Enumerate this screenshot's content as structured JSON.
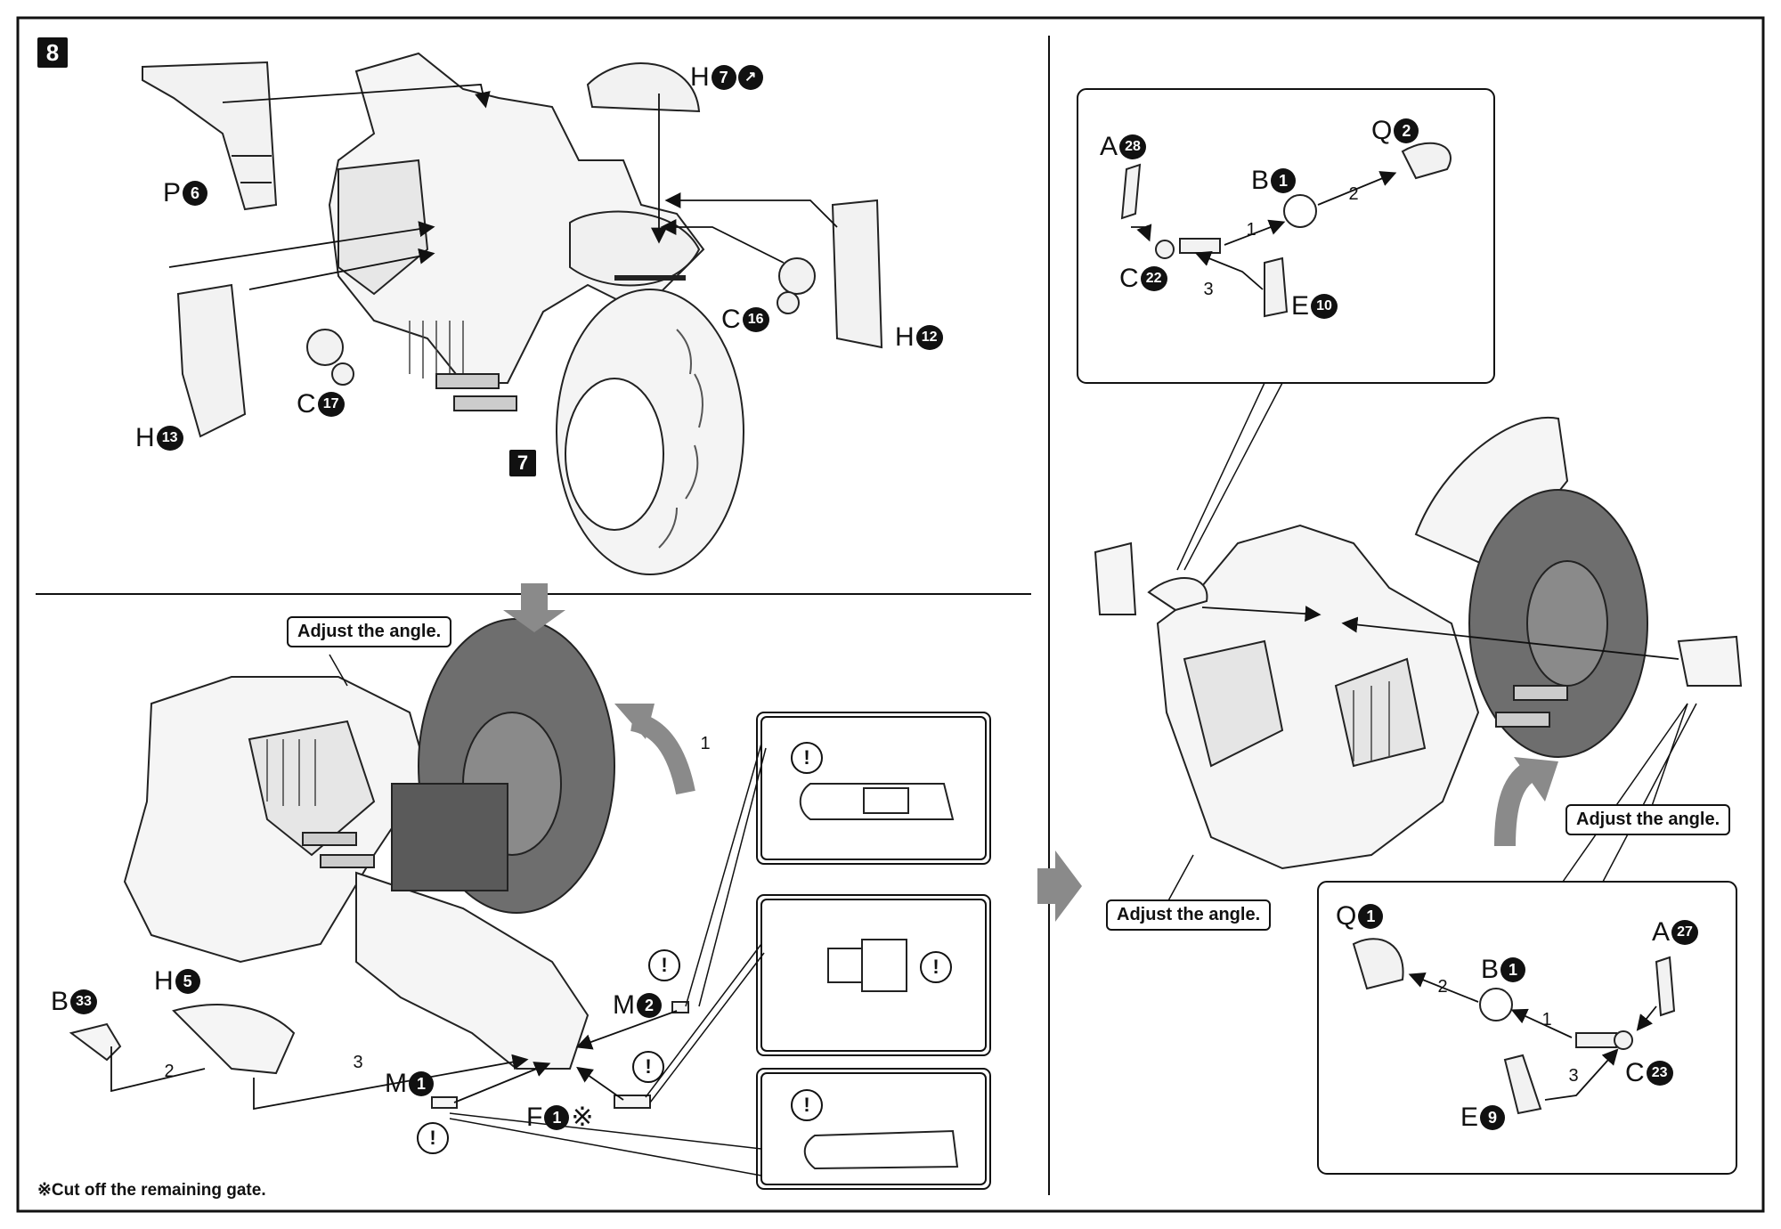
{
  "step": {
    "number": "8"
  },
  "labels": {
    "top_left": [
      {
        "id": "p6",
        "letter": "P",
        "num": "6"
      },
      {
        "id": "h7",
        "letter": "H",
        "num": "7"
      },
      {
        "id": "c16",
        "letter": "C",
        "num": "16"
      },
      {
        "id": "h12",
        "letter": "H",
        "num": "12"
      },
      {
        "id": "c17",
        "letter": "C",
        "num": "17"
      },
      {
        "id": "h13",
        "letter": "H",
        "num": "13"
      }
    ],
    "bottom_left": [
      {
        "id": "b33",
        "letter": "B",
        "num": "33"
      },
      {
        "id": "h5",
        "letter": "H",
        "num": "5"
      },
      {
        "id": "m2",
        "letter": "M",
        "num": "2"
      },
      {
        "id": "m1",
        "letter": "M",
        "num": "1"
      },
      {
        "id": "f1",
        "letter": "F",
        "num": "1",
        "suffix": "※"
      }
    ],
    "right_top_box": [
      {
        "id": "a28",
        "letter": "A",
        "num": "28"
      },
      {
        "id": "q2",
        "letter": "Q",
        "num": "2"
      },
      {
        "id": "b1_top",
        "letter": "B",
        "num": "1"
      },
      {
        "id": "c22",
        "letter": "C",
        "num": "22"
      },
      {
        "id": "e10",
        "letter": "E",
        "num": "10"
      }
    ],
    "right_bottom_box": [
      {
        "id": "q1",
        "letter": "Q",
        "num": "1"
      },
      {
        "id": "b1_bottom",
        "letter": "B",
        "num": "1"
      },
      {
        "id": "a27",
        "letter": "A",
        "num": "27"
      },
      {
        "id": "c23",
        "letter": "C",
        "num": "23"
      },
      {
        "id": "e9",
        "letter": "E",
        "num": "9"
      }
    ]
  },
  "step_ref": "7",
  "callouts": {
    "adjust_1": "Adjust the angle.",
    "adjust_2": "Adjust the angle.",
    "adjust_3": "Adjust the angle."
  },
  "sequence_marks": {
    "tl_1": "1",
    "bl_2": "2",
    "bl_3": "3",
    "rt_1": "1",
    "rt_2": "2",
    "rt_3": "3",
    "rb_1": "1",
    "rb_2": "2",
    "rb_3": "3"
  },
  "footnote": "※Cut off the remaining gate.",
  "warning_symbol": "!"
}
